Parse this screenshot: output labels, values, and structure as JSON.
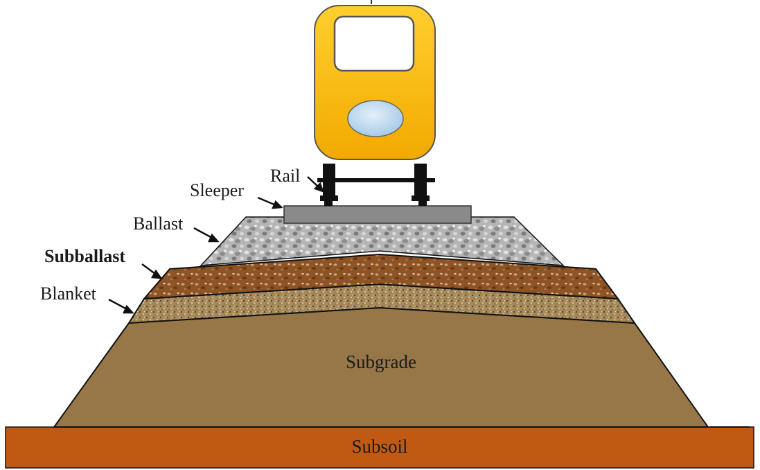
{
  "labels": {
    "rail": "Rail",
    "sleeper": "Sleeper",
    "ballast": "Ballast",
    "subballast": "Subballast",
    "blanket": "Blanket",
    "subgrade": "Subgrade",
    "subsoil": "Subsoil"
  },
  "colors": {
    "train_body": "#F5B800",
    "train_body_light": "#FFD23F",
    "window": "#FFFFFF",
    "headlight": "#BCD9F0",
    "rail": "#111111",
    "sleeper": "#8A8A8A",
    "ballast": "#B4B4B4",
    "subballast": "#8B5324",
    "blanket": "#A4875A",
    "subgrade": "#977748",
    "subsoil": "#C05A12",
    "outline": "#111111"
  }
}
